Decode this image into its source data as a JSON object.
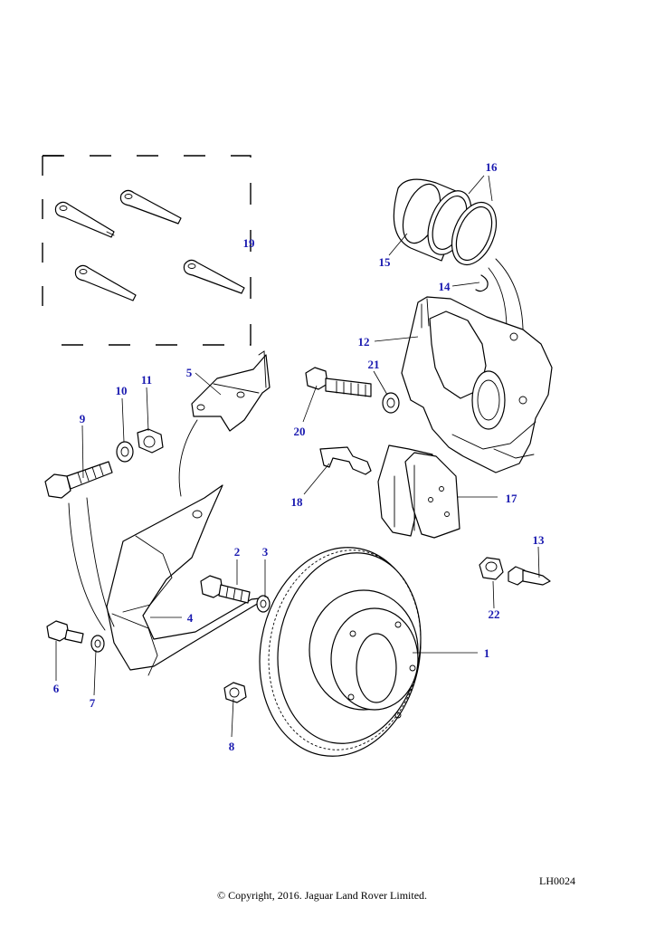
{
  "colors": {
    "callout": "#1a1ab0",
    "line": "#000000",
    "background": "#ffffff"
  },
  "callouts": [
    "1",
    "2",
    "3",
    "4",
    "5",
    "6",
    "7",
    "8",
    "9",
    "10",
    "11",
    "12",
    "13",
    "14",
    "15",
    "16",
    "17",
    "18",
    "19",
    "20",
    "21",
    "22"
  ],
  "reference_code": "LH0024",
  "copyright": "© Copyright, 2016. Jaguar Land Rover Limited."
}
